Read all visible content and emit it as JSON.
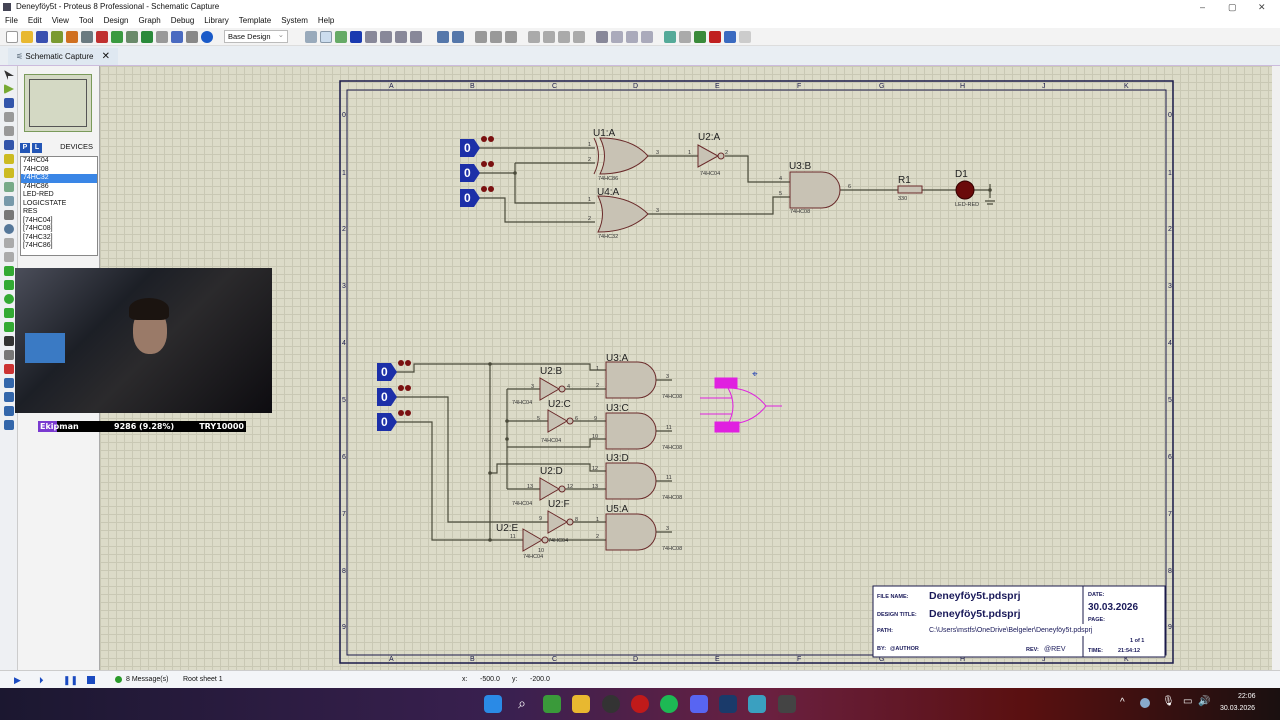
{
  "window": {
    "title": "Deneyföy5t - Proteus 8 Professional - Schematic Capture"
  },
  "menu": [
    "File",
    "Edit",
    "View",
    "Tool",
    "Design",
    "Graph",
    "Debug",
    "Library",
    "Template",
    "System",
    "Help"
  ],
  "toolbar": {
    "variant_select": "Base Design"
  },
  "tab": {
    "label": "Schematic Capture"
  },
  "devices": {
    "header": "DEVICES",
    "p_label": "P",
    "l_label": "L",
    "items": [
      "74HC04",
      "74HC08",
      "74HC32",
      "74HC86",
      "LED-RED",
      "LOGICSTATE",
      "RES",
      "[74HC04]",
      "[74HC08]",
      "[74HC32]",
      "[74HC86]"
    ],
    "selected_index": 2
  },
  "stream_overlay": {
    "name": "Ekipman",
    "progress_text": "9286 (9.28%)",
    "progress_fraction": 0.0928,
    "goal": "TRY10000"
  },
  "sheet": {
    "columns": [
      "A",
      "B",
      "C",
      "D",
      "E",
      "F",
      "G",
      "H",
      "J",
      "K"
    ],
    "rows": [
      "0",
      "1",
      "2",
      "3",
      "4",
      "5",
      "6",
      "7",
      "8",
      "9"
    ]
  },
  "schematic": {
    "logic_state_value": "0",
    "top": {
      "U1A": "U1:A",
      "U1A_part": "74HC86",
      "U2A": "U2:A",
      "U2A_part": "74HC04",
      "U3B": "U3:B",
      "U3B_part": "74HC08",
      "U4A": "U4:A",
      "U4A_part": "74HC32",
      "R1": "R1",
      "R1_value": "330",
      "D1": "D1",
      "D1_part": "LED-RED",
      "pins": {
        "u1_1": "1",
        "u1_2": "2",
        "u1_3": "3",
        "u2_1": "1",
        "u2_2": "2",
        "u3_4": "4",
        "u3_5": "5",
        "u3_6": "6",
        "u4_1": "1",
        "u4_2": "2",
        "u4_3": "3"
      }
    },
    "bottom": {
      "U3A": "U3:A",
      "U3C": "U3:C",
      "U3D": "U3:D",
      "U5A": "U5:A",
      "U2B": "U2:B",
      "U2C": "U2:C",
      "U2D": "U2:D",
      "U2E": "U2:E",
      "U2F": "U2:F",
      "and_part": "74HC08",
      "not_part": "74HC04",
      "pins": {
        "a1": "1",
        "a2": "2",
        "a3": "3",
        "b3": "3",
        "b4": "4",
        "c5": "5",
        "c6": "6",
        "c9": "9",
        "c10": "10",
        "c11": "11",
        "d12": "12",
        "d13": "13",
        "d12o": "12",
        "d13i": "13",
        "d11": "11",
        "f9": "9",
        "f8": "8",
        "e11": "11",
        "e10": "10",
        "u5_1": "1",
        "u5_2": "2",
        "u5_3": "3"
      }
    }
  },
  "title_block": {
    "file_name_label": "FILE NAME:",
    "file_name": "Deneyföy5t.pdsprj",
    "design_title_label": "DESIGN TITLE:",
    "design_title": "Deneyföy5t.pdsprj",
    "path_label": "PATH:",
    "path": "C:\\Users\\mstfs\\OneDrive\\Belgeler\\Deneyföy5t.pdsprj",
    "by_label": "BY:",
    "by": "@AUTHOR",
    "rev_label": "REV:",
    "rev": "@REV",
    "date_label": "DATE:",
    "date": "30.03.2026",
    "page_label": "PAGE:",
    "page": "1  of  1",
    "time_label": "TIME:",
    "time": "21:54:12"
  },
  "status": {
    "messages": "8 Message(s)",
    "sheet": "Root sheet 1",
    "x_label": "x:",
    "x": "-500.0",
    "y_label": "y:",
    "y": "-200.0"
  },
  "taskbar": {
    "time": "22:06",
    "date": "30.03.2026"
  },
  "colors": {
    "wire": "#4a4a3a",
    "gate_fill": "#c8c2b4",
    "gate_stroke": "#7a2020",
    "logic_blue": "#1c2fa8",
    "selection": "#e020e0",
    "frame": "#1a1a4a"
  }
}
